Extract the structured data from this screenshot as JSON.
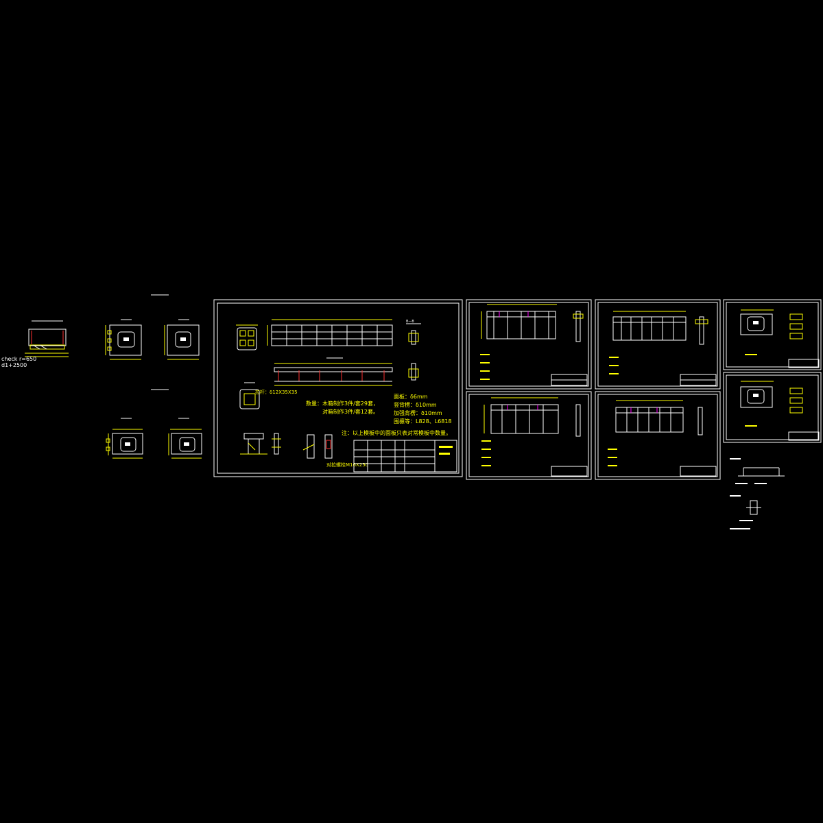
{
  "colors": {
    "background": "#000000",
    "frame": "#ffffff",
    "dimension": "#ffff00",
    "highlight": "#ff00ff",
    "section": "#ff3030"
  },
  "left_note": {
    "line1": "check r=650",
    "line2": "d1+2500"
  },
  "main_sheet": {
    "count_note_1": "数量：木箱制作3件/套29套，",
    "count_note_2": "对箱制作3件/套12套。",
    "spec_1": "面板：δ6mm",
    "spec_2": "竖背楞：δ10mm",
    "spec_3": "加强背楞：δ10mm",
    "spec_4": "围檩等：L828、L6818",
    "bottom_note": "注：以上模板中的面板只表对常模板中数量。",
    "label_left": "拉杆：δ12X35X35",
    "label_bolt": "对拉螺栓M16X250",
    "section_label": "B—B"
  }
}
